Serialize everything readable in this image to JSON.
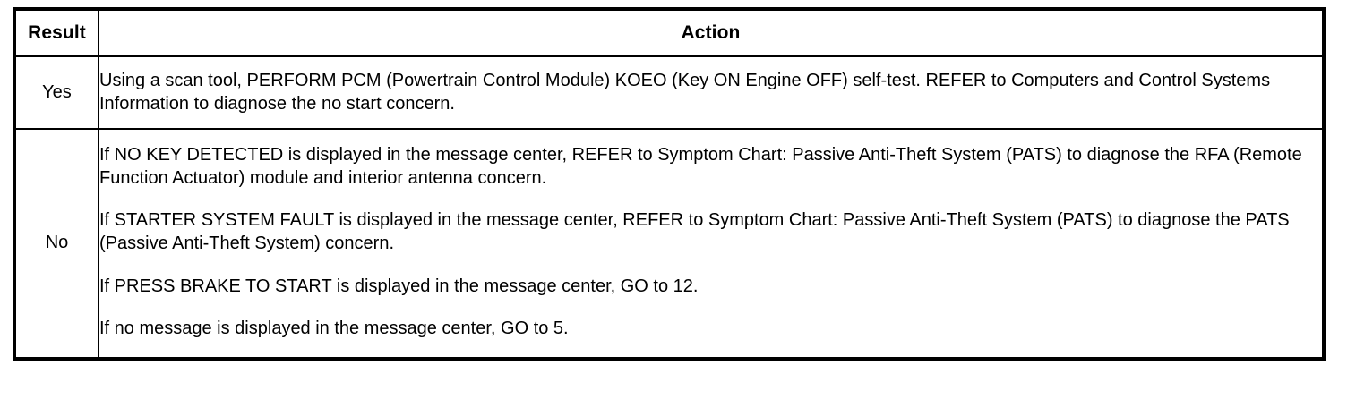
{
  "table": {
    "columns": [
      {
        "key": "result",
        "header": "Result"
      },
      {
        "key": "action",
        "header": "Action"
      }
    ],
    "rows": [
      {
        "result": "Yes",
        "paragraphs": [
          "Using a scan tool, PERFORM PCM (Powertrain Control Module) KOEO (Key ON Engine OFF) self-test. REFER to Computers and Control Systems Information to diagnose the no start concern."
        ]
      },
      {
        "result": "No",
        "paragraphs": [
          "If NO KEY DETECTED is displayed in the message center, REFER to Symptom Chart: Passive Anti-Theft System (PATS) to diagnose the RFA (Remote Function Actuator) module and interior antenna concern.",
          "If STARTER SYSTEM FAULT is displayed in the message center, REFER to Symptom Chart: Passive Anti-Theft System (PATS) to diagnose the PATS (Passive Anti-Theft System) concern.",
          "If PRESS BRAKE TO START is displayed in the message center, GO to 12.",
          "If no message is displayed in the message center, GO to 5."
        ]
      }
    ]
  },
  "style": {
    "border_color": "#000000",
    "text_color": "#000000",
    "background": "#ffffff"
  }
}
